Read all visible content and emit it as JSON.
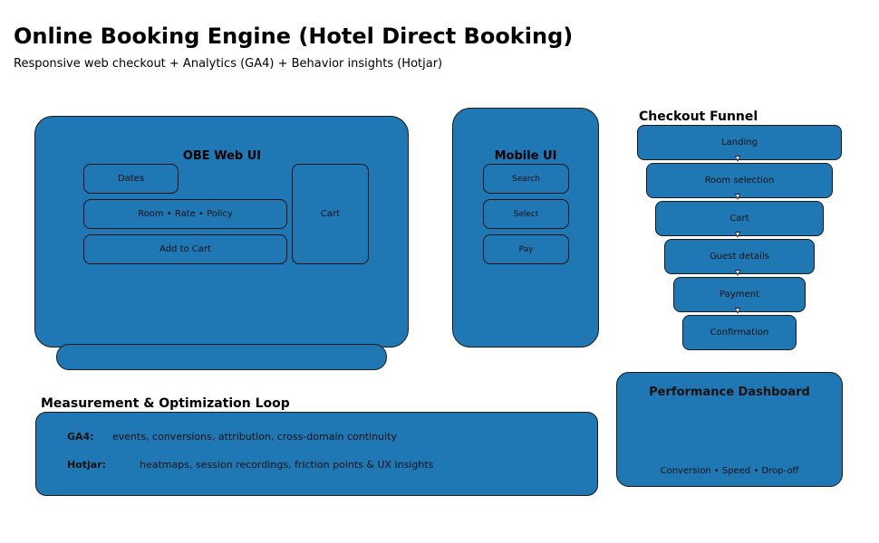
{
  "header": {
    "title": "Online Booking Engine (Hotel Direct Booking)",
    "subtitle": "Responsive web checkout + Analytics (GA4) + Behavior insights (Hotjar)"
  },
  "web_ui": {
    "title": "OBE Web UI",
    "dates": "Dates",
    "room_rate_policy": "Room • Rate • Policy",
    "add_to_cart": "Add to Cart",
    "cart": "Cart"
  },
  "mobile_ui": {
    "title": "Mobile UI",
    "items": [
      "Search",
      "Select",
      "Pay"
    ]
  },
  "funnel": {
    "title": "Checkout Funnel",
    "steps": [
      "Landing",
      "Room selection",
      "Cart",
      "Guest details",
      "Payment",
      "Confirmation"
    ]
  },
  "measurement": {
    "title": "Measurement & Optimization Loop",
    "ga4_label": "GA4:",
    "ga4_text": "events, conversions, attribution, cross-domain continuity",
    "hotjar_label": "Hotjar:",
    "hotjar_text": "heatmaps, session recordings, friction points & UX insights"
  },
  "dashboard": {
    "title": "Performance Dashboard",
    "metrics": "Conversion • Speed • Drop-off"
  },
  "colors": {
    "box_fill": "#1f77b4",
    "border": "#1a1a1a"
  }
}
